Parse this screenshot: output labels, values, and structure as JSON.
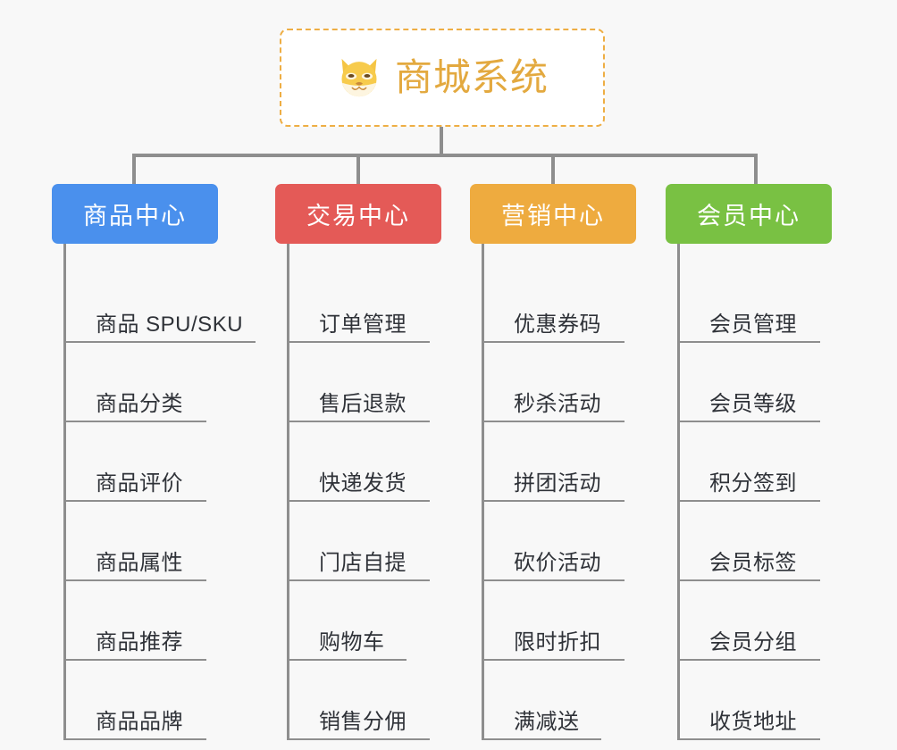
{
  "background_color": "#f8f8f8",
  "root": {
    "title": "商城系统",
    "icon": "shiba-dog-icon",
    "text_color": "#e3a93f",
    "border_color": "#eeae44"
  },
  "connector_color": "#8e8e8e",
  "columns": [
    {
      "id": "product-center",
      "title": "商品中心",
      "color": "#4a90ed",
      "items": [
        "商品 SPU/SKU",
        "商品分类",
        "商品评价",
        "商品属性",
        "商品推荐",
        "商品品牌"
      ]
    },
    {
      "id": "trade-center",
      "title": "交易中心",
      "color": "#e45a57",
      "items": [
        "订单管理",
        "售后退款",
        "快递发货",
        "门店自提",
        "购物车",
        "销售分佣"
      ]
    },
    {
      "id": "marketing-center",
      "title": "营销中心",
      "color": "#eeab3f",
      "items": [
        "优惠券码",
        "秒杀活动",
        "拼团活动",
        "砍价活动",
        "限时折扣",
        "满减送"
      ]
    },
    {
      "id": "member-center",
      "title": "会员中心",
      "color": "#76c councils"
    }
  ]
}
